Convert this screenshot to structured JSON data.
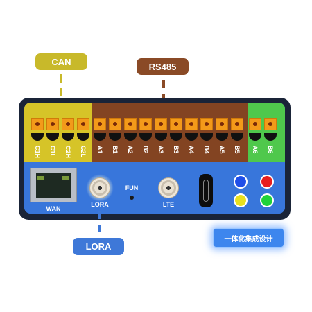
{
  "callouts": {
    "can": "CAN",
    "rs485": "RS485",
    "lora": "LORA",
    "integrated_design": "一体化集成设计"
  },
  "terminals": {
    "can": [
      "C1H",
      "C1L",
      "C2H",
      "C2L"
    ],
    "rs485": [
      "A1",
      "B1",
      "A2",
      "B2",
      "A3",
      "B3",
      "A4",
      "B4",
      "A5",
      "B5"
    ],
    "extra": [
      "A6",
      "B6"
    ]
  },
  "panel": {
    "wan_label": "WAN",
    "lora_label": "LORA",
    "fun_label": "FUN",
    "lte_label": "LTE"
  },
  "buttons": {
    "colors": [
      "#1f4fe8",
      "#e81f1f",
      "#e8e01f",
      "#1fd23a"
    ]
  }
}
